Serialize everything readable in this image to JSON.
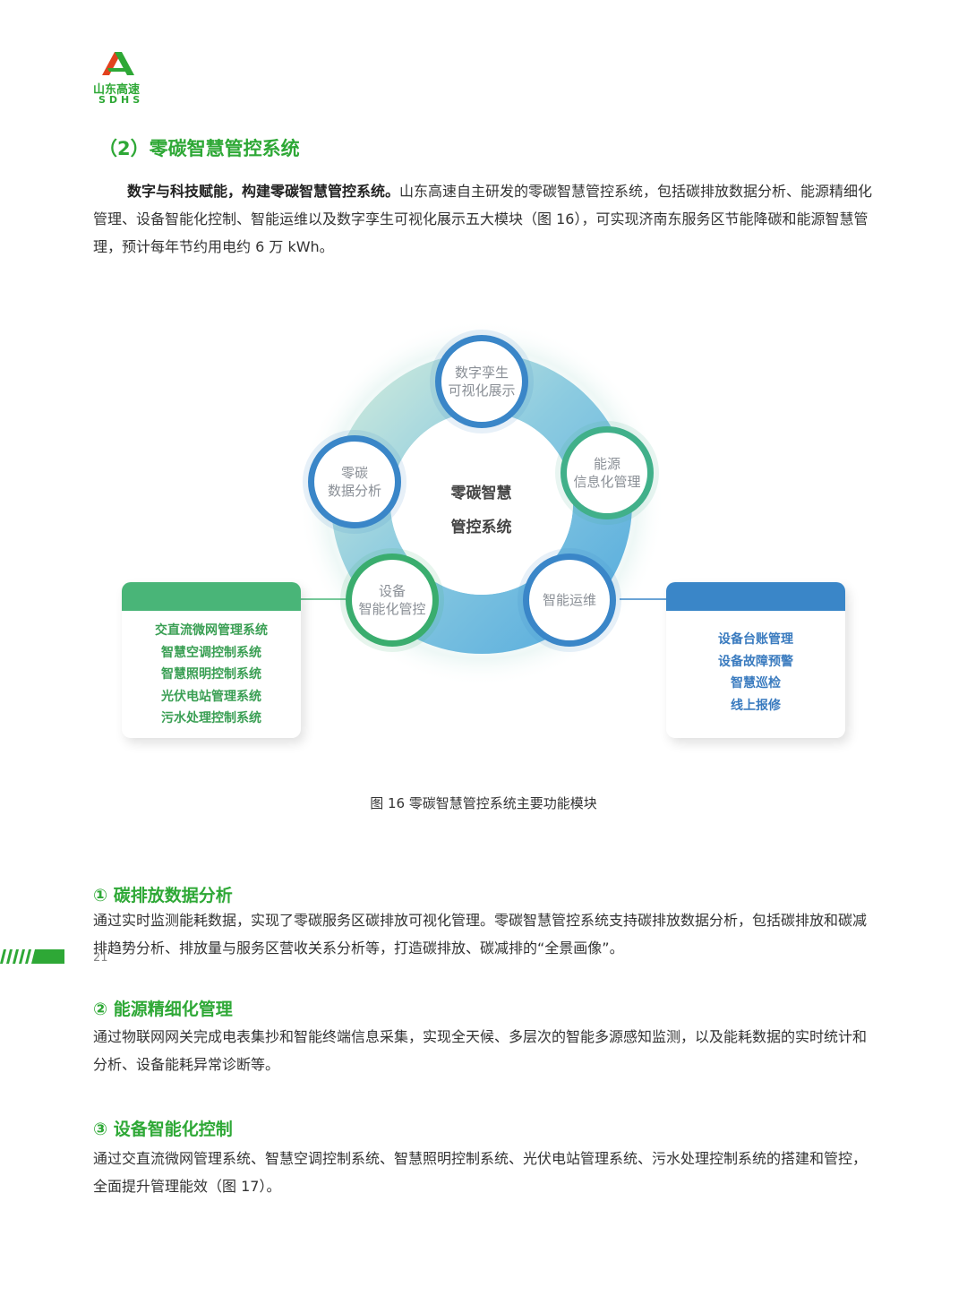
{
  "logo": {
    "name_cn": "山东高速",
    "name_en": "SDHS"
  },
  "section_title": "（2）零碳智慧管控系统",
  "intro": {
    "lead": "数字与科技赋能，构建零碳智慧管控系统。",
    "text": "山东高速自主研发的零碳智慧管控系统，包括碳排放数据分析、能源精细化管理、设备智能化控制、智能运维以及数字孪生可视化展示五大模块（图 16），可实现济南东服务区节能降碳和能源智慧管理，预计每年节约用电约 6 万 kWh。"
  },
  "diagram": {
    "center": [
      "零碳智慧",
      "管控系统"
    ],
    "modules": {
      "twin": [
        "数字孪生",
        "可视化展示"
      ],
      "carbon": [
        "零碳",
        "数据分析"
      ],
      "energy": [
        "能源",
        "信息化管理"
      ],
      "device": [
        "设备",
        "智能化管控"
      ],
      "ops": [
        "智能运维"
      ]
    },
    "left_box": [
      "交直流微网管理系统",
      "智慧空调控制系统",
      "智慧照明控制系统",
      "光伏电站管理系统",
      "污水处理控制系统"
    ],
    "right_box": [
      "设备台账管理",
      "设备故障预警",
      "智慧巡检",
      "线上报修"
    ],
    "colors": {
      "blue": "#3a86c8",
      "green": "#3aad6e",
      "teal": "#41b08a"
    }
  },
  "caption": "图 16 零碳智慧管控系统主要功能模块",
  "items": [
    {
      "title": "① 碳排放数据分析",
      "text": "通过实时监测能耗数据，实现了零碳服务区碳排放可视化管理。零碳智慧管控系统支持碳排放数据分析，包括碳排放和碳减排趋势分析、排放量与服务区营收关系分析等，打造碳排放、碳减排的“全景画像”。"
    },
    {
      "title": "② 能源精细化管理",
      "text": "通过物联网网关完成电表集抄和智能终端信息采集，实现全天候、多层次的智能多源感知监测，以及能耗数据的实时统计和分析、设备能耗异常诊断等。"
    },
    {
      "title": "③ 设备智能化控制",
      "text": "通过交直流微网管理系统、智慧空调控制系统、智慧照明控制系统、光伏电站管理系统、污水处理控制系统的搭建和管控，全面提升管理能效（图 17）。"
    }
  ],
  "page_number": "21",
  "accent_color": "#2ea836"
}
